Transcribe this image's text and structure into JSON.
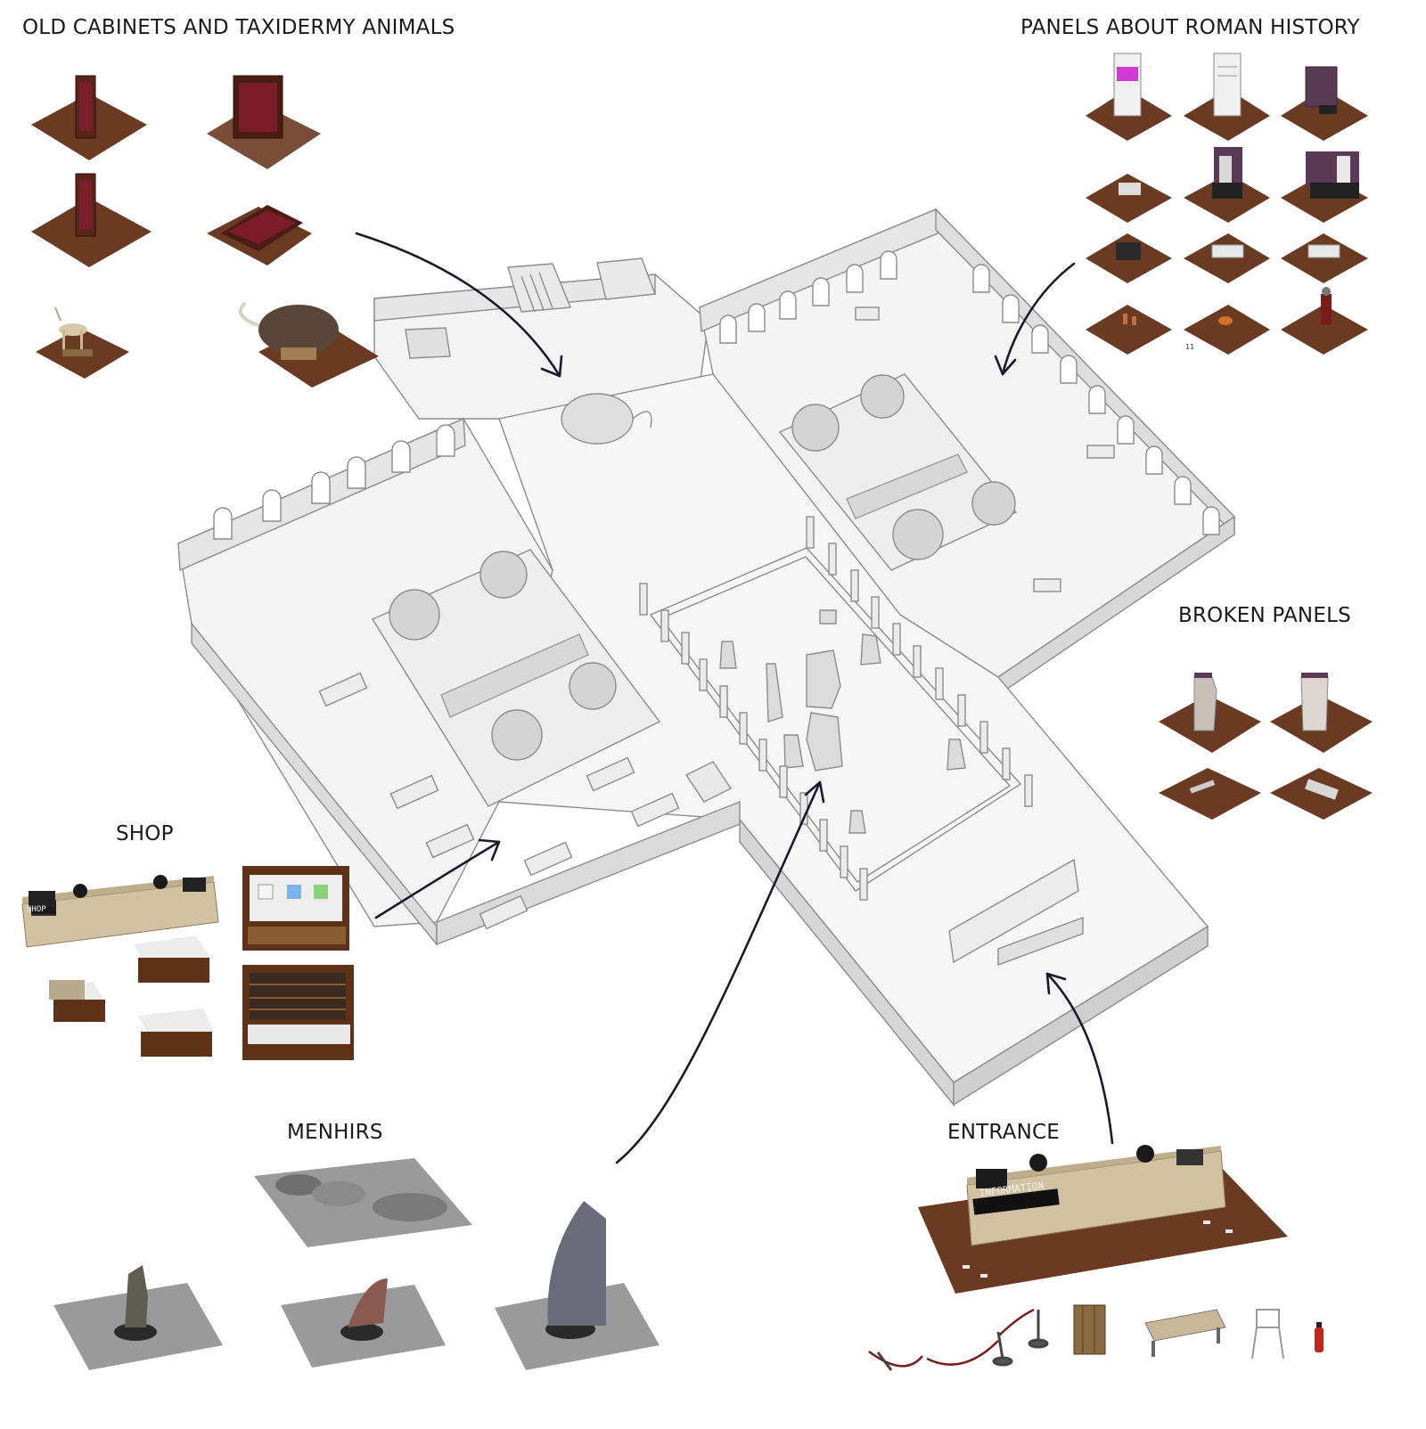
{
  "labels": {
    "cabinets": "OLD CABINETS AND TAXIDERMY ANIMALS",
    "panels": "PANELS ABOUT  ROMAN HISTORY",
    "broken": "BROKEN PANELS",
    "shop": "SHOP",
    "menhirs": "MENHIRS",
    "entrance": "ENTRANCE"
  },
  "signs": {
    "shop_sign": "SHOP",
    "info_sign": "INFORMATION"
  },
  "panel_grid_number": "11",
  "colors": {
    "wood_floor": "#6b3a22",
    "wood_floor_dark": "#4e2816",
    "stone_floor": "#9a9a9a",
    "wall_line": "#9a9a9a",
    "floor_fill": "#f4f4f4",
    "arrow": "#1a1a2e",
    "cabinet_red": "#7a1c2a",
    "panel_purple": "#5a3a55"
  }
}
